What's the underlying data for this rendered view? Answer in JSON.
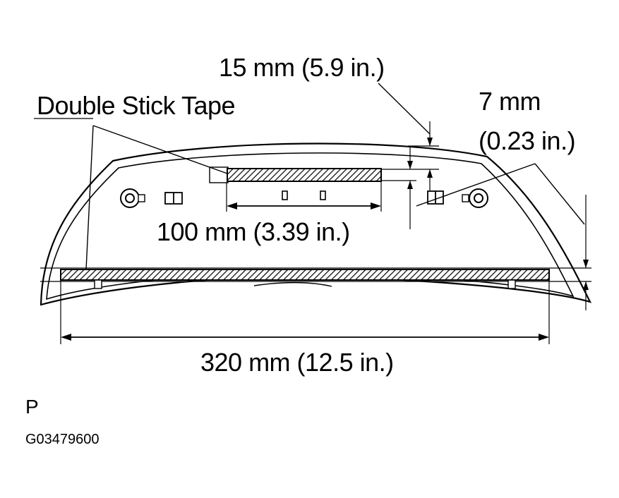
{
  "labels": {
    "tape": "Double Stick Tape",
    "dim_top_offset": "15 mm (5.9 in.)",
    "dim_side_offset_line1": "7 mm",
    "dim_side_offset_line2": "(0.23 in.)",
    "dim_short_tape": "100 mm (3.39 in.)",
    "dim_long_tape": "320 mm (12.5 in.)",
    "view_letter": "P",
    "figure_code": "G03479600"
  }
}
